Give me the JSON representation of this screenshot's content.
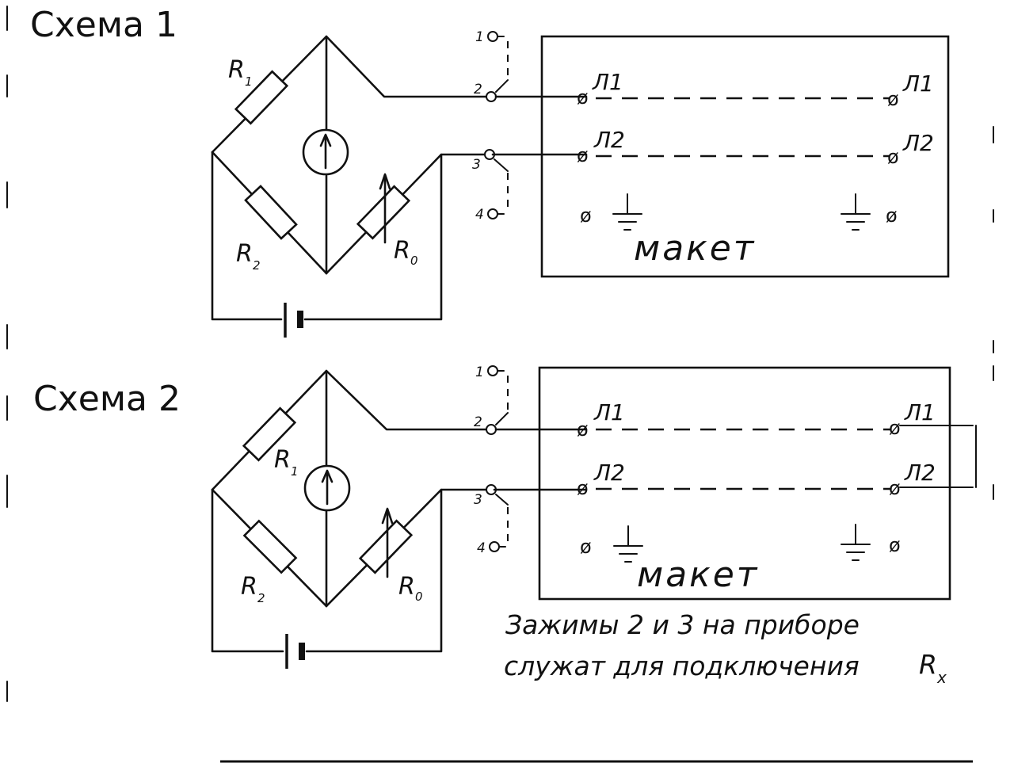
{
  "schemes": [
    {
      "title": "Схема 1",
      "resistors": {
        "r1": "R",
        "r1_sub": "1",
        "r2": "R",
        "r2_sub": "2",
        "r0": "R",
        "r0_sub": "0"
      },
      "terminals": [
        "1",
        "2",
        "3",
        "4"
      ],
      "lines": [
        "Л1",
        "Л2"
      ],
      "maket_label": "макет"
    },
    {
      "title": "Схема 2",
      "resistors": {
        "r1": "R",
        "r1_sub": "1",
        "r2": "R",
        "r2_sub": "2",
        "r0": "R",
        "r0_sub": "0"
      },
      "terminals": [
        "1",
        "2",
        "3",
        "4"
      ],
      "lines": [
        "Л1",
        "Л2"
      ],
      "maket_label": "макет"
    }
  ],
  "note": {
    "line1": "Зажимы 2 и 3 на приборе",
    "line2": "служат для подключения",
    "rx": "R",
    "rx_sub": "x"
  },
  "symbols": {
    "terminal_glyph": "ø"
  }
}
